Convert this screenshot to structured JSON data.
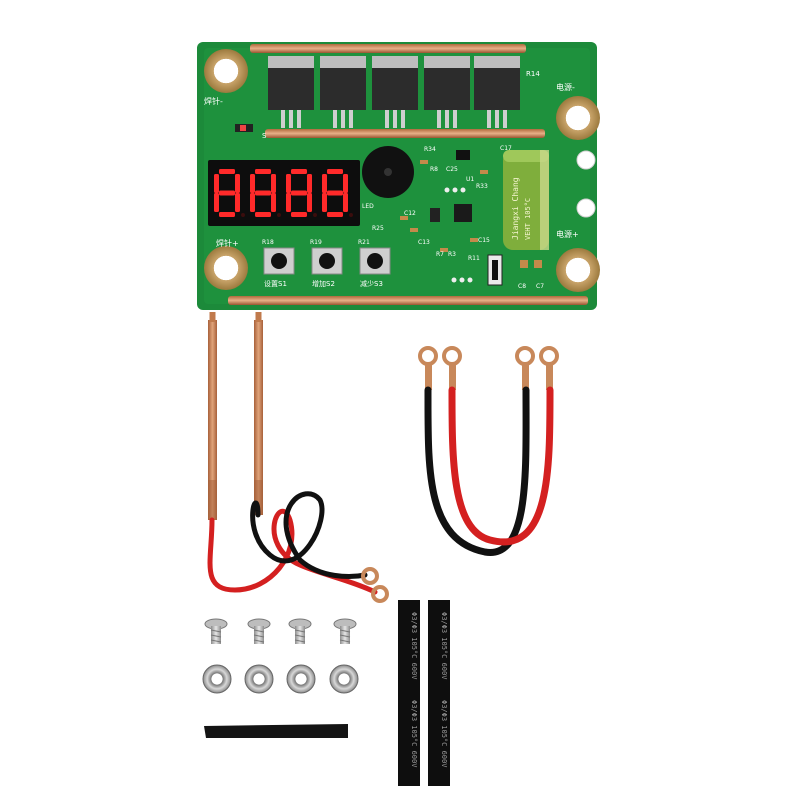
{
  "board": {
    "display_digits": [
      "8",
      "8",
      "8",
      "8"
    ],
    "buttons": [
      {
        "ref": "R18",
        "label": "设置S1"
      },
      {
        "ref": "R19",
        "label": "增加S2"
      },
      {
        "ref": "R21",
        "label": "减少S3"
      }
    ],
    "pad_labels": {
      "top_left": "焊针-",
      "bottom_left": "焊针+",
      "top_right": "电源-",
      "bottom_right": "电源+"
    },
    "components": {
      "r14": "R14",
      "r34": "R34",
      "c25": "C25",
      "r8": "R8",
      "r33": "R33",
      "c17": "C17",
      "u1": "U1",
      "c12": "C12",
      "c13": "C13",
      "r25": "R25",
      "c15": "C15",
      "r7": "R7",
      "r3": "R3",
      "r11": "R11",
      "c8": "C8",
      "c7": "C7",
      "s": "S",
      "led": "LED"
    },
    "capacitor_brand": "Jiangxi Chang",
    "capacitor_marking": "VEHT 105°C"
  },
  "accessories": {
    "heat_shrink_text": "Φ3/Φ3 105°C 600V"
  },
  "colors": {
    "pcb": "#1c8a3a",
    "copper": "#c8885a",
    "wire_red": "#d42020",
    "wire_black": "#111111",
    "display_red": "#ff2a2a"
  }
}
